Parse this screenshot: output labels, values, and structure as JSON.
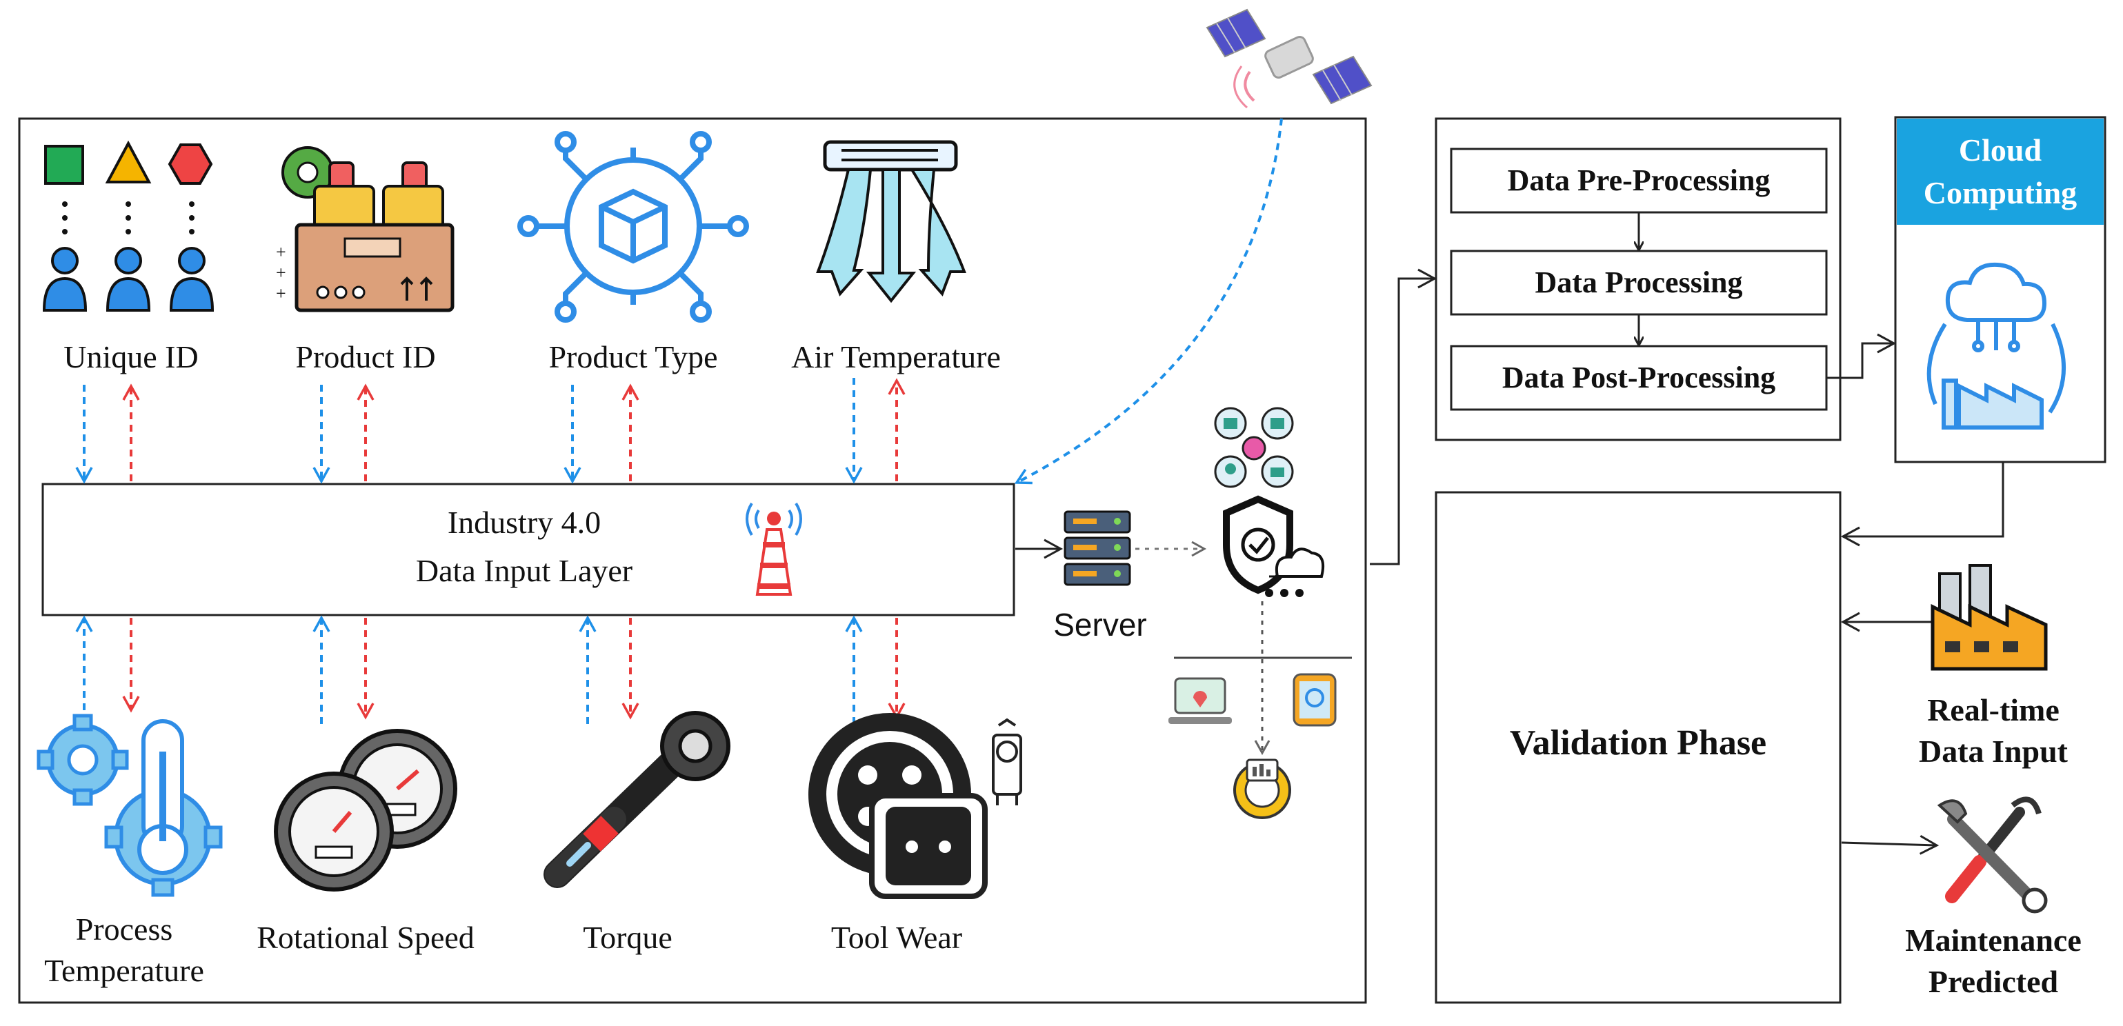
{
  "labels": {
    "unique_id": "Unique ID",
    "product_id": "Product ID",
    "product_type": "Product Type",
    "air_temperature": "Air Temperature",
    "process_temperature": [
      "Process",
      "Temperature"
    ],
    "rotational_speed": "Rotational Speed",
    "torque": "Torque",
    "tool_wear": "Tool Wear",
    "input_layer": [
      "Industry 4.0",
      "Data Input Layer"
    ],
    "server": "Server",
    "processing": [
      "Data Pre-Processing",
      "Data Processing",
      "Data Post-Processing"
    ],
    "cloud": [
      "Cloud",
      "Computing"
    ],
    "validation": "Validation Phase",
    "realtime": [
      "Real-time",
      "Data Input"
    ],
    "maintenance": [
      "Maintenance",
      "Predicted"
    ]
  },
  "icons": [
    "users-shapes-icon",
    "product-box-icon",
    "product-type-network-icon",
    "air-temperature-icon",
    "process-temperature-icon",
    "rotational-speed-gauge-icon",
    "torque-wrench-icon",
    "tool-wear-icon",
    "satellite-icon",
    "antenna-tower-icon",
    "server-icon",
    "security-shield-icon",
    "cloud-factory-icon",
    "factory-icon",
    "tools-icon"
  ],
  "colors": {
    "blue_arrow": "#1e90e8",
    "red_arrow": "#e83a3a",
    "cloud_header": "#1aa3e0",
    "line": "#222222"
  }
}
